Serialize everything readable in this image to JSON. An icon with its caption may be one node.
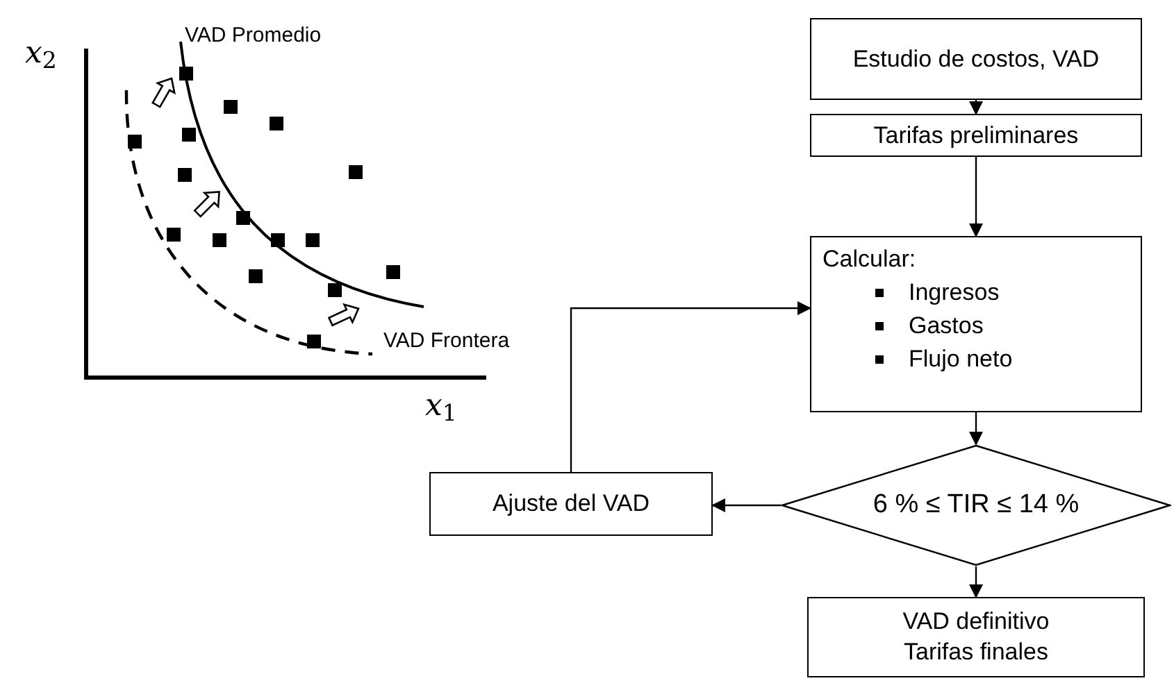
{
  "diagram": {
    "nodes": [
      {
        "text": [
          "Estudio de costos, VAD"
        ]
      },
      {
        "text": [
          "Tarifas preliminares"
        ]
      },
      {
        "text": [
          "Calcular:",
          "Ingresos",
          "Gastos",
          "Flujo neto"
        ]
      },
      {
        "text": [
          "6 % ≤ TIR ≤ 14 %"
        ]
      },
      {
        "text": [
          "Ajuste del VAD"
        ]
      },
      {
        "text": [
          "VAD definitivo",
          "Tarifas finales"
        ]
      }
    ],
    "edges": [
      {
        "from": 0,
        "to": 1,
        "arrow": "to"
      },
      {
        "from": 1,
        "to": 2,
        "arrow": "to"
      },
      {
        "from": 2,
        "to": 3,
        "arrow": "to"
      },
      {
        "from": 3,
        "to": 4,
        "arrow": "to"
      },
      {
        "from": 4,
        "to": 2,
        "arrow": "to"
      },
      {
        "from": 3,
        "to": 5,
        "arrow": "to"
      }
    ],
    "labels": [
      "VAD Promedio",
      "*x*$_{2}$",
      "VAD Frontera",
      "*x*$_{1}$"
    ]
  }
}
